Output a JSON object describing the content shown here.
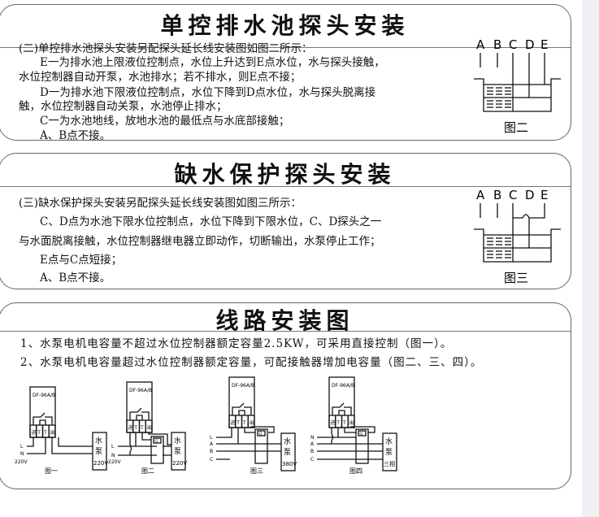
{
  "section1": {
    "title": "单控排水池探头安装",
    "lines": [
      "(二)单控排水池探头安装另配探头延长线安装图如图二所示：",
      "E一为排水池上限液位控制点，水位上升达到E点水位，水与探头接触，",
      "水位控制器自动开泵，水池排水；若不排水，则E点不接；",
      "D一为排水池下限液位控制点，水位下降到D点水位，水与探头脱离接",
      "触，水位控制器自动关泵，水池停止排水；",
      "C一为水池地线，放地水池的最低点与水底部接触；",
      "A、B点不接。"
    ],
    "probe_labels": [
      "A",
      "B",
      "C",
      "D",
      "E"
    ],
    "figure_caption": "图二"
  },
  "section2": {
    "title": "缺水保护探头安装",
    "lines": [
      "(三)缺水保护探头安装另配探头延长线安装图如图三所示：",
      "C、D点为水池下限水位控制点，水位下降到下限水位，C、D探头之一",
      "与水面脱离接触，水位控制器继电器立即动作，切断输出，水泵停止工作；",
      "E点与C点短接；",
      "A、B点不接。"
    ],
    "probe_labels": [
      "A",
      "B",
      "C",
      "D",
      "E"
    ],
    "figure_caption": "图三"
  },
  "section3": {
    "title": "线路安装图",
    "lines": [
      "1、水泵电机电容量不超过水位控制器额定容量2.5KW，可采用直接控制（图一）。",
      "2、水泵电机电容量超过水位控制器额定容量，可配接触器增加电容量（图二、三、四）。"
    ],
    "controller_model": "DF-96A/B",
    "terminals": [
      "进",
      "T",
      "T",
      "出"
    ],
    "contactor_label": "CJ",
    "pump_label": [
      "水",
      "泵"
    ],
    "figures": [
      {
        "caption": "图一",
        "lines": [
          "L",
          "N"
        ],
        "voltage_note": "220V",
        "pump_rating": "220V"
      },
      {
        "caption": "图二",
        "lines": [
          "L",
          "N"
        ],
        "voltage_note": "220V",
        "pump_rating": "220V"
      },
      {
        "caption": "图三",
        "lines": [
          "L",
          "A",
          "B",
          "C"
        ],
        "pump_rating": "380V"
      },
      {
        "caption": "图四",
        "lines": [
          "N",
          "A",
          "B",
          "C"
        ],
        "pump_rating": "三相"
      }
    ]
  }
}
